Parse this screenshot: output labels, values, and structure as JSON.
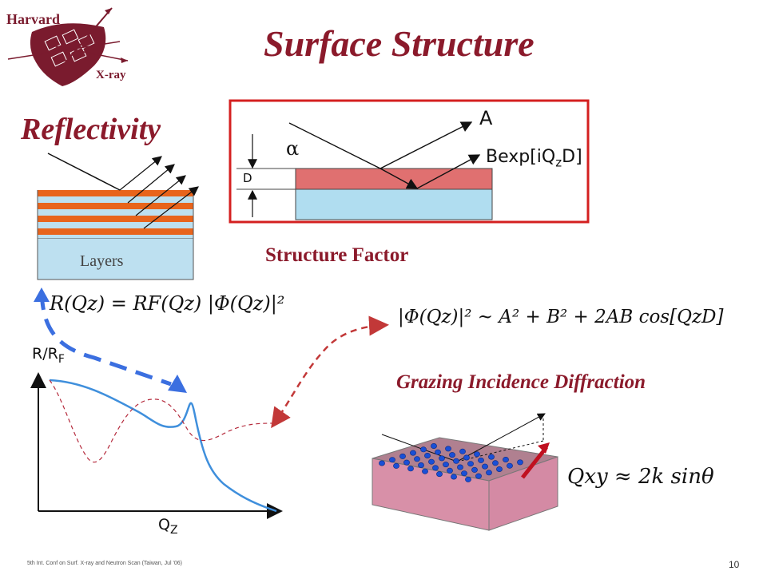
{
  "title": "Surface Structure",
  "logo": {
    "top_text": "Harvard",
    "bottom_text": "X-ray"
  },
  "subtitle": "Reflectivity",
  "layers_label": "Layers",
  "structure_factor": {
    "label": "Structure Factor",
    "alpha": "α",
    "A": "A",
    "B": "Bexp[iQ",
    "B_sub": "z",
    "B_end": "D]",
    "D": "D"
  },
  "equations": {
    "reflectivity": "R(Qz) = RF(Qz) |Φ(Qz)|²",
    "structure_factor": "|Φ(Qz)|² ~ A² + B² + 2AB cos[QzD]",
    "gid": "Qxy ≈ 2k sinθ"
  },
  "plot": {
    "ylabel": "R/R",
    "ylabel_sub": "F",
    "xlabel": "Q",
    "xlabel_sub": "Z"
  },
  "gid_label": "Grazing Incidence Diffraction",
  "footer": "5th Int. Conf on Surf. X-ray and Neutron Scan (Taiwan, Jul '06)",
  "page_number": "10",
  "colors": {
    "accent": "#8b1a2b",
    "frame": "#d42020",
    "layer_orange": "#e8641c",
    "substrate_blue": "#bde0f0",
    "curve_blue": "#3f8fdc",
    "arrow_blue": "#3b6fe0",
    "dashed_red": "#c23838",
    "film_pink": "#e07070",
    "crystal_pink": "#d890a8",
    "atom_blue": "#1a4fd6"
  }
}
